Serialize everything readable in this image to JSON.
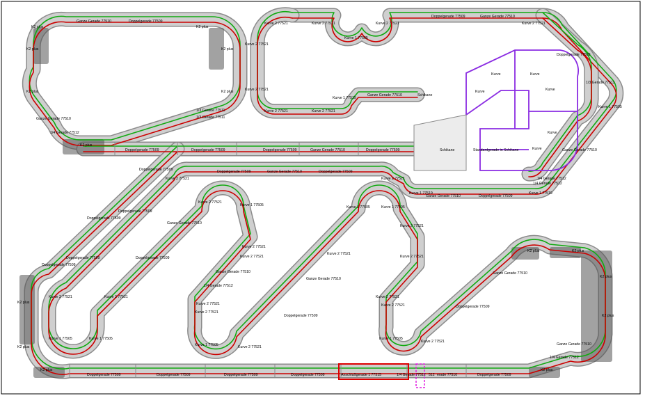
{
  "labels": {
    "ganze_1": "Ganze Gerade 77510",
    "doppel_1": "Doppelgerade 77509",
    "k2": "K2 plus",
    "kurve2": "Kurve 2 77521",
    "kurve1": "Kurve 1 77505",
    "doppel": "Doppelgerade 77509",
    "ganze": "Ganze Gerade 77510",
    "halb": "1/3 Gerade 77511",
    "viertel": "1/4 Gerade 77512",
    "k1_519": "Kurve 1 77519",
    "schikane": "Schikane",
    "kurve": "Kurve",
    "standard_schikane": "Standardgerade in Schikane",
    "anschluss": "Anschlußgerade 1 77515",
    "pink": "1/4 Gerade 77512",
    "pink_short": "erade 77510",
    "pink_x": "512"
  },
  "colors": {
    "lane_red": "#cc0000",
    "lane_green": "#11aa11",
    "border": "#8a8a8a",
    "road": "#cfcfcf",
    "curb": "#555555",
    "schikane": "#8a2be2",
    "highlight_red": "#dd0000",
    "highlight_pink": "#e020e0"
  }
}
